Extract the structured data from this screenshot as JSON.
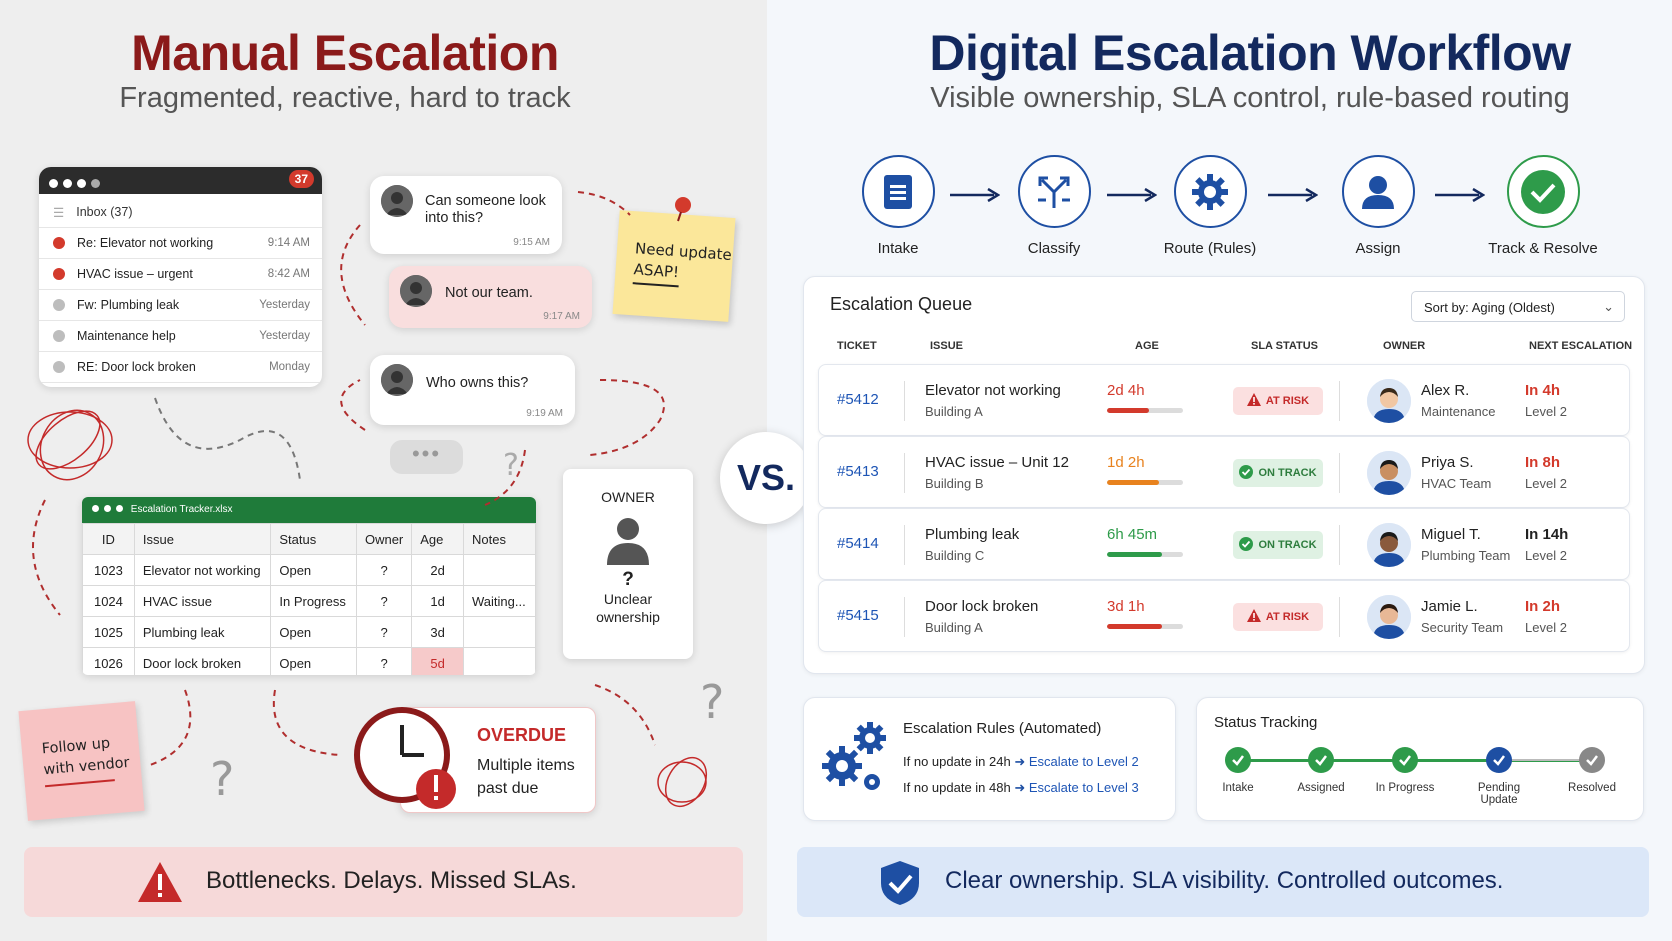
{
  "left": {
    "title": "Manual Escalation",
    "subtitle": "Fragmented, reactive, hard to track",
    "email": {
      "badge": "37",
      "inbox": "Inbox (37)",
      "items": [
        {
          "subject": "Re: Elevator not working",
          "time": "9:14 AM",
          "color": "#d33a2c"
        },
        {
          "subject": "HVAC issue – urgent",
          "time": "8:42 AM",
          "color": "#d33a2c"
        },
        {
          "subject": "Fw: Plumbing leak",
          "time": "Yesterday",
          "color": "#bdbdbd"
        },
        {
          "subject": "Maintenance help",
          "time": "Yesterday",
          "color": "#bdbdbd"
        },
        {
          "subject": "RE: Door lock broken",
          "time": "Monday",
          "color": "#bdbdbd"
        }
      ]
    },
    "chats": [
      {
        "text": "Can someone look into this?",
        "time": "9:15 AM"
      },
      {
        "text": "Not our team.",
        "time": "9:17 AM"
      },
      {
        "text": "Who owns this?",
        "time": "9:19 AM"
      }
    ],
    "sticky": "Need update ASAP!",
    "spreadsheet": {
      "filename": "Escalation Tracker.xlsx",
      "headers": [
        "ID",
        "Issue",
        "Status",
        "Owner",
        "Age",
        "Notes"
      ],
      "rows": [
        [
          "1023",
          "Elevator not working",
          "Open",
          "?",
          "2d",
          ""
        ],
        [
          "1024",
          "HVAC issue",
          "In Progress",
          "?",
          "1d",
          "Waiting..."
        ],
        [
          "1025",
          "Plumbing leak",
          "Open",
          "?",
          "3d",
          ""
        ],
        [
          "1026",
          "Door lock broken",
          "Open",
          "?",
          "5d",
          ""
        ]
      ]
    },
    "owner_card": {
      "title": "OWNER",
      "mark": "?",
      "label": "Unclear ownership"
    },
    "pink_note": "Follow up with vendor",
    "overdue": {
      "title": "OVERDUE",
      "text": "Multiple items past due"
    },
    "banner": "Bottlenecks. Delays. Missed SLAs."
  },
  "vs": "VS.",
  "right": {
    "title": "Digital Escalation Workflow",
    "subtitle": "Visible ownership, SLA control, rule-based routing",
    "steps": [
      "Intake",
      "Classify",
      "Route (Rules)",
      "Assign",
      "Track & Resolve"
    ],
    "queue": {
      "title": "Escalation Queue",
      "sort": "Sort by: Aging (Oldest)",
      "headers": [
        "TICKET",
        "ISSUE",
        "AGE",
        "SLA STATUS",
        "OWNER",
        "NEXT ESCALATION"
      ],
      "rows": [
        {
          "ticket": "#5412",
          "issue": "Elevator not working",
          "building": "Building A",
          "age": "2d 4h",
          "age_fill": 0.55,
          "age_color": "#d33a2c",
          "sla": "AT RISK",
          "owner": "Alex R.",
          "team": "Maintenance",
          "next": "In 4h",
          "level": "Level 2",
          "next_color": "#d33a2c"
        },
        {
          "ticket": "#5413",
          "issue": "HVAC issue – Unit 12",
          "building": "Building B",
          "age": "1d 2h",
          "age_fill": 0.68,
          "age_color": "#e8821e",
          "sla": "ON TRACK",
          "owner": "Priya S.",
          "team": "HVAC Team",
          "next": "In 8h",
          "level": "Level 2",
          "next_color": "#d33a2c"
        },
        {
          "ticket": "#5414",
          "issue": "Plumbing leak",
          "building": "Building C",
          "age": "6h 45m",
          "age_fill": 0.72,
          "age_color": "#2e9b4a",
          "sla": "ON TRACK",
          "owner": "Miguel T.",
          "team": "Plumbing Team",
          "next": "In 14h",
          "level": "Level 2",
          "next_color": "#222"
        },
        {
          "ticket": "#5415",
          "issue": "Door lock broken",
          "building": "Building A",
          "age": "3d 1h",
          "age_fill": 0.72,
          "age_color": "#d33a2c",
          "sla": "AT RISK",
          "owner": "Jamie L.",
          "team": "Security Team",
          "next": "In 2h",
          "level": "Level 2",
          "next_color": "#d33a2c"
        }
      ]
    },
    "rules": {
      "title": "Escalation Rules (Automated)",
      "lines": [
        {
          "cond": "If no update in 24h",
          "action": "Escalate to Level 2"
        },
        {
          "cond": "If no update in 48h",
          "action": "Escalate to Level 3"
        }
      ]
    },
    "tracking": {
      "title": "Status Tracking",
      "steps": [
        "Intake",
        "Assigned",
        "In Progress",
        "Pending Update",
        "Resolved"
      ]
    },
    "banner": "Clear ownership. SLA visibility. Controlled outcomes."
  },
  "colors": {
    "red": "#8b1a1a",
    "navy": "#13295e",
    "blue": "#1e4fa3",
    "green": "#2e9b4a"
  }
}
